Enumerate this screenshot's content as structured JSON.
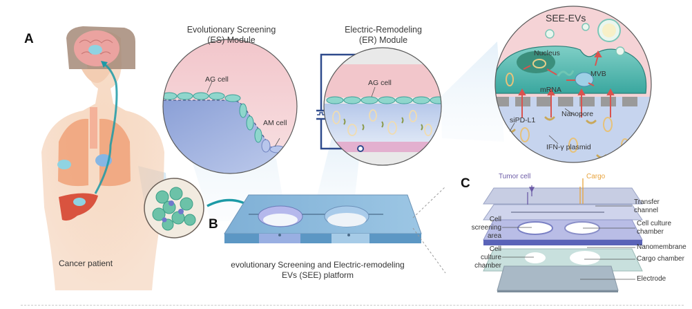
{
  "figure": {
    "panels": {
      "a": {
        "letter": "A",
        "caption": "Cancer patient"
      },
      "es_module": {
        "title_line1": "Evolutionary Screening",
        "title_line2": "(ES) Module",
        "labels": {
          "ag_cell": "AG cell",
          "am_cell": "AM cell"
        }
      },
      "er_module": {
        "title_line1": "Electric-Remodeling",
        "title_line2": "(ER) Module",
        "labels": {
          "ag_cell": "AG cell"
        }
      },
      "see_evs": {
        "title": "SEE-EVs",
        "labels": {
          "nucleus": "Nucleus",
          "mvb": "MVB",
          "mrna": "mRNA",
          "nanopore": "Nanopore",
          "sipdl1": "siPD-L1",
          "ifn_plasmid": "IFN-γ plasmid"
        }
      },
      "b": {
        "letter": "B",
        "caption_line1": "evolutionary Screening and Electric-remodeling",
        "caption_line2": "EVs (SEE) platform"
      },
      "c": {
        "letter": "C",
        "inputs": {
          "tumor_cell": "Tumor cell",
          "cargo": "Cargo"
        },
        "right_labels": {
          "transfer_channel_1": "Transfer",
          "transfer_channel_2": "channel",
          "cell_culture_chamber_1": "Cell culture",
          "cell_culture_chamber_2": "chamber",
          "nanomembrane": "Nanomembrane",
          "cargo_chamber": "Cargo chamber",
          "electrode": "Electrode"
        },
        "left_labels": {
          "cell_screening_1": "Cell",
          "cell_screening_2": "screening",
          "cell_screening_3": "area",
          "cell_culture_1": "Cell",
          "cell_culture_2": "culture",
          "cell_culture_3": "chamber"
        }
      }
    },
    "colors": {
      "teal_arrow": "#1c9aa6",
      "circuit_blue": "#2e4a8c",
      "tumor_purple": "#6b5aa6",
      "cargo_orange": "#e8a33c",
      "pink_bg": "#f3cfd2",
      "blue_bg": "#9fb3e0",
      "cell_teal": "#4fb8b0",
      "red_arrow": "#d9534f"
    }
  }
}
